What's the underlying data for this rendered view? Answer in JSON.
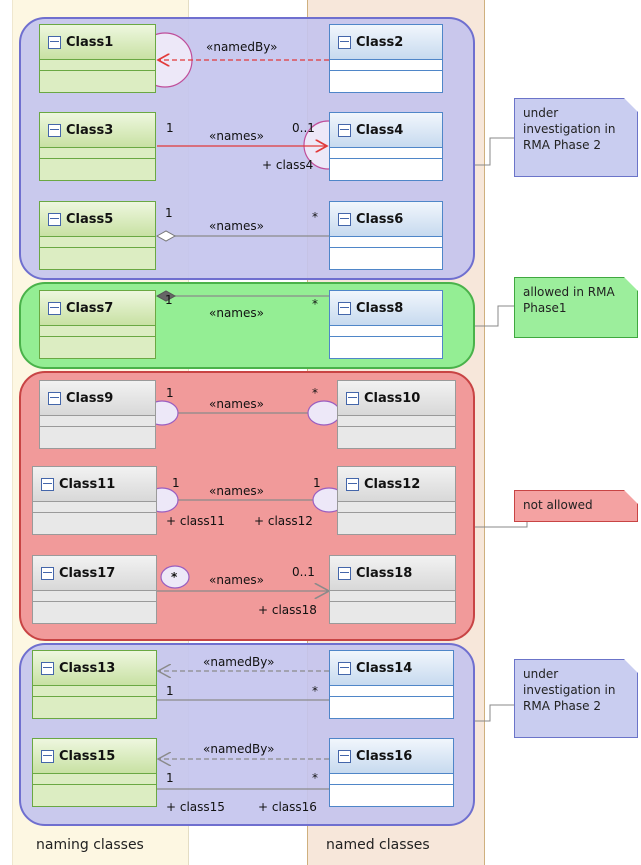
{
  "lanes": {
    "left": "naming classes",
    "right": "named classes"
  },
  "classes": {
    "c1": "Class1",
    "c2": "Class2",
    "c3": "Class3",
    "c4": "Class4",
    "c5": "Class5",
    "c6": "Class6",
    "c7": "Class7",
    "c8": "Class8",
    "c9": "Class9",
    "c10": "Class10",
    "c11": "Class11",
    "c12": "Class12",
    "c17": "Class17",
    "c18": "Class18",
    "c13": "Class13",
    "c14": "Class14",
    "c15": "Class15",
    "c16": "Class16"
  },
  "stereotypes": {
    "namedBy": "«namedBy»",
    "names": "«names»"
  },
  "multiplicities": {
    "one": "1",
    "zero_one": "0..1",
    "many": "*"
  },
  "roles": {
    "class4": "+ class4",
    "class11": "+ class11",
    "class12": "+ class12",
    "class18": "+ class18",
    "class15": "+ class15",
    "class16": "+ class16"
  },
  "notes": {
    "investigation_1": "under investigation in RMA Phase 2",
    "allowed": "allowed in RMA Phase1",
    "not_allowed": "not allowed",
    "investigation_2": "under investigation in RMA Phase 2"
  },
  "colors": {
    "group_blue": "#c4c4ee",
    "group_green": "#94ee94",
    "group_red": "#f19a9a",
    "naming_class": "#dcedc2",
    "named_class": "#c7daef",
    "disallowed_class": "#e8e8e8",
    "highlight_arrow": "#e23a3a"
  }
}
